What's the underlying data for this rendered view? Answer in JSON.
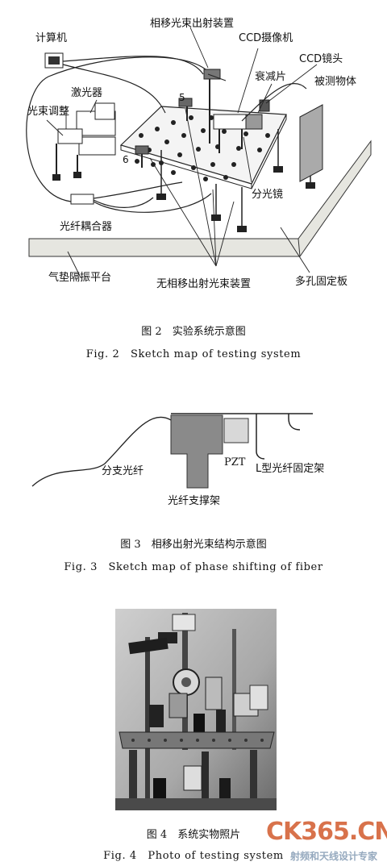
{
  "fig2": {
    "labels": {
      "phase_beam": "相移光束出射装置",
      "computer": "计算机",
      "ccd_camera": "CCD摄像机",
      "ccd_lens": "CCD镜头",
      "laser": "激光器",
      "attenuator": "衰减片",
      "object": "被测物体",
      "beam_adjust": "光束调整",
      "n5": "5",
      "n6": "6",
      "splitter": "分光镜",
      "coupler": "光纤耦合器",
      "air_table": "气垫隔振平台",
      "no_phase_beam": "无相移出射光束装置",
      "porous_plate": "多孔固定板"
    },
    "caption_cn": "图 2　实验系统示意图",
    "caption_en": "Fig. 2　Sketch map of testing system"
  },
  "fig3": {
    "labels": {
      "branch_fiber": "分支光纤",
      "pzt": "PZT",
      "l_holder": "L型光纤固定架",
      "fiber_support": "光纤支撑架"
    },
    "caption_cn": "图 3　相移出射光束结构示意图",
    "caption_en": "Fig. 3　Sketch map of phase shifting of fiber"
  },
  "fig4": {
    "caption_cn": "图 4　系统实物照片",
    "caption_en": "Fig. 4　Photo of testing system"
  },
  "watermark": {
    "brand": "CK365.CN",
    "slogan": "射频和天线设计专家"
  }
}
